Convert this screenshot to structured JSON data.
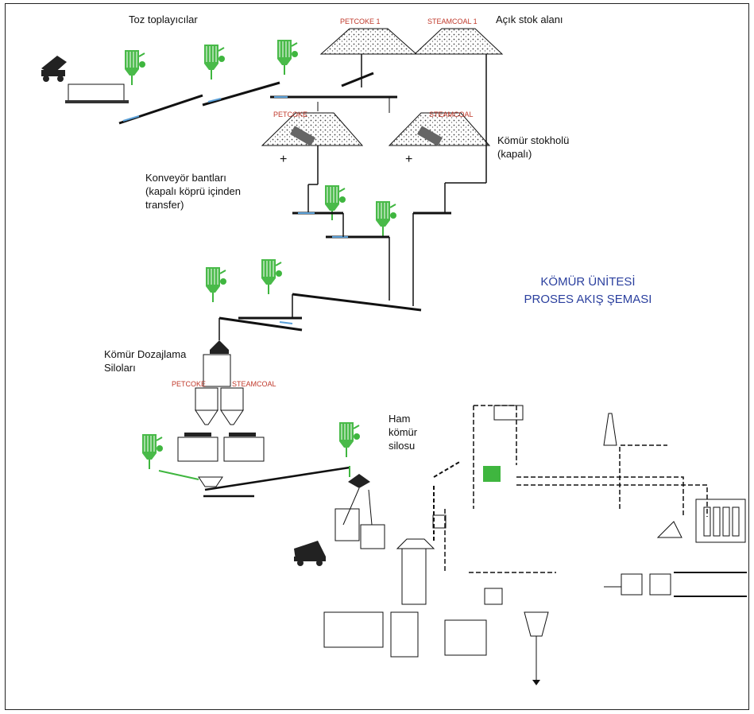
{
  "labels": {
    "dust_collectors": "Toz toplayıcılar",
    "open_stock": "Açık stok alanı",
    "conveyors": "Konveyör bantları\n(kapalı köprü içinden\ntransfer)",
    "coal_stockyard": "Kömür stokholü\n(kapalı)",
    "dosing_silos": "Kömür Dozajlama\nSiloları",
    "raw_coal_silo": "Ham\nkömür\nsilosu"
  },
  "title": "KÖMÜR ÜNİTESİ\nPROSES AKIŞ ŞEMASI",
  "pile_tags": {
    "petcoke_1": "PETCOKE 1",
    "steamcoal_1": "STEAMCOAL 1",
    "petcoke": "PETCOKE",
    "steamcoal": "STEAMCOAL",
    "dosing_petcoke": "PETCOKE",
    "dosing_steamcoal": "STEAMCOAL"
  },
  "colors": {
    "dust_collector": "#3fb63f",
    "title": "#2a3f9e",
    "tags": "#c0392b",
    "belt_highlight": "#5aa0d8",
    "line": "#111111"
  },
  "icons": {
    "dust_collector": "dust-collector-icon",
    "dump_truck": "dump-truck-icon",
    "stockpile": "stockpile-icon",
    "chimney": "chimney-icon"
  }
}
